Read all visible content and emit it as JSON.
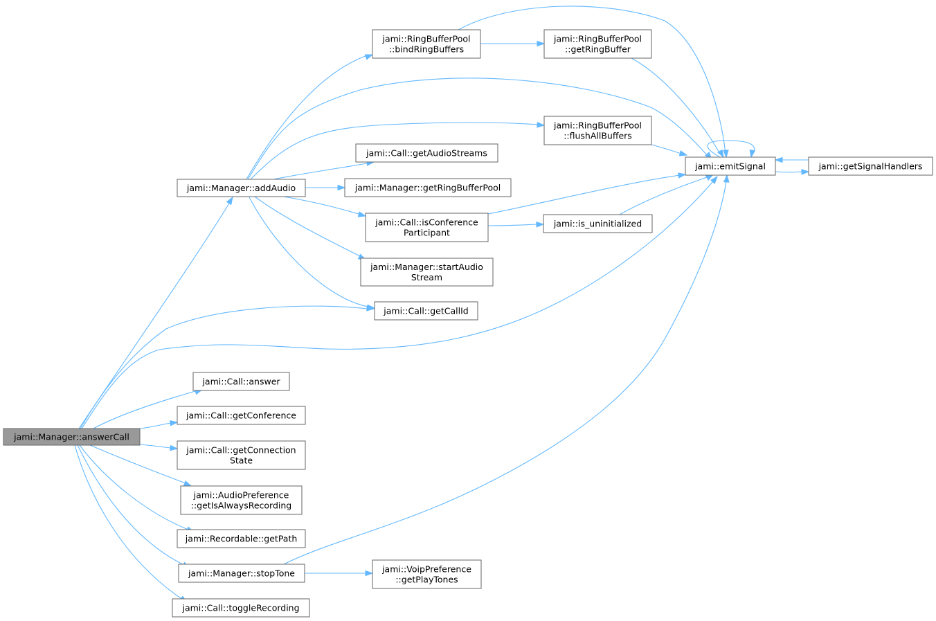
{
  "diagram": {
    "nodes": [
      {
        "id": "answerCall",
        "lines": [
          "jami::Manager::answerCall"
        ],
        "root": true
      },
      {
        "id": "addAudio",
        "lines": [
          "jami::Manager::addAudio"
        ]
      },
      {
        "id": "bindRingBuffers",
        "lines": [
          "jami::RingBufferPool",
          "::bindRingBuffers"
        ]
      },
      {
        "id": "getRingBuffer",
        "lines": [
          "jami::RingBufferPool",
          "::getRingBuffer"
        ]
      },
      {
        "id": "flushAllBuffers",
        "lines": [
          "jami::RingBufferPool",
          "::flushAllBuffers"
        ]
      },
      {
        "id": "getAudioStreams",
        "lines": [
          "jami::Call::getAudioStreams"
        ]
      },
      {
        "id": "getRingBufferPool",
        "lines": [
          "jami::Manager::getRingBufferPool"
        ]
      },
      {
        "id": "isConferenceParticipant",
        "lines": [
          "jami::Call::isConference",
          "Participant"
        ]
      },
      {
        "id": "is_uninitialized",
        "lines": [
          "jami::is_uninitialized"
        ]
      },
      {
        "id": "startAudioStream",
        "lines": [
          "jami::Manager::startAudio",
          "Stream"
        ]
      },
      {
        "id": "getCallId",
        "lines": [
          "jami::Call::getCallId"
        ]
      },
      {
        "id": "emitSignal",
        "lines": [
          "jami::emitSignal"
        ]
      },
      {
        "id": "getSignalHandlers",
        "lines": [
          "jami::getSignalHandlers"
        ]
      },
      {
        "id": "answer",
        "lines": [
          "jami::Call::answer"
        ]
      },
      {
        "id": "getConference",
        "lines": [
          "jami::Call::getConference"
        ]
      },
      {
        "id": "getConnectionState",
        "lines": [
          "jami::Call::getConnection",
          "State"
        ]
      },
      {
        "id": "getIsAlwaysRecording",
        "lines": [
          "jami::AudioPreference",
          "::getIsAlwaysRecording"
        ]
      },
      {
        "id": "getPath",
        "lines": [
          "jami::Recordable::getPath"
        ]
      },
      {
        "id": "stopTone",
        "lines": [
          "jami::Manager::stopTone"
        ]
      },
      {
        "id": "getPlayTones",
        "lines": [
          "jami::VoipPreference",
          "::getPlayTones"
        ]
      },
      {
        "id": "toggleRecording",
        "lines": [
          "jami::Call::toggleRecording"
        ]
      }
    ],
    "edges": [
      {
        "from": "answerCall",
        "to": "addAudio"
      },
      {
        "from": "answerCall",
        "to": "getCallId"
      },
      {
        "from": "answerCall",
        "to": "emitSignal"
      },
      {
        "from": "answerCall",
        "to": "answer"
      },
      {
        "from": "answerCall",
        "to": "getConference"
      },
      {
        "from": "answerCall",
        "to": "getConnectionState"
      },
      {
        "from": "answerCall",
        "to": "getIsAlwaysRecording"
      },
      {
        "from": "answerCall",
        "to": "getPath"
      },
      {
        "from": "answerCall",
        "to": "stopTone"
      },
      {
        "from": "answerCall",
        "to": "toggleRecording"
      },
      {
        "from": "addAudio",
        "to": "bindRingBuffers"
      },
      {
        "from": "addAudio",
        "to": "emitSignal"
      },
      {
        "from": "addAudio",
        "to": "flushAllBuffers"
      },
      {
        "from": "addAudio",
        "to": "getAudioStreams"
      },
      {
        "from": "addAudio",
        "to": "getRingBufferPool"
      },
      {
        "from": "addAudio",
        "to": "isConferenceParticipant"
      },
      {
        "from": "addAudio",
        "to": "startAudioStream"
      },
      {
        "from": "addAudio",
        "to": "getCallId"
      },
      {
        "from": "bindRingBuffers",
        "to": "getRingBuffer"
      },
      {
        "from": "bindRingBuffers",
        "to": "emitSignal"
      },
      {
        "from": "getRingBuffer",
        "to": "emitSignal"
      },
      {
        "from": "flushAllBuffers",
        "to": "emitSignal"
      },
      {
        "from": "isConferenceParticipant",
        "to": "emitSignal"
      },
      {
        "from": "isConferenceParticipant",
        "to": "is_uninitialized"
      },
      {
        "from": "is_uninitialized",
        "to": "emitSignal"
      },
      {
        "from": "emitSignal",
        "to": "emitSignal"
      },
      {
        "from": "emitSignal",
        "to": "getSignalHandlers"
      },
      {
        "from": "getSignalHandlers",
        "to": "emitSignal"
      },
      {
        "from": "stopTone",
        "to": "emitSignal"
      },
      {
        "from": "stopTone",
        "to": "getPlayTones"
      }
    ],
    "colors": {
      "edge": "#63b8ff",
      "node_border": "#666666",
      "root_fill": "#999999",
      "node_fill": "#ffffff"
    }
  }
}
